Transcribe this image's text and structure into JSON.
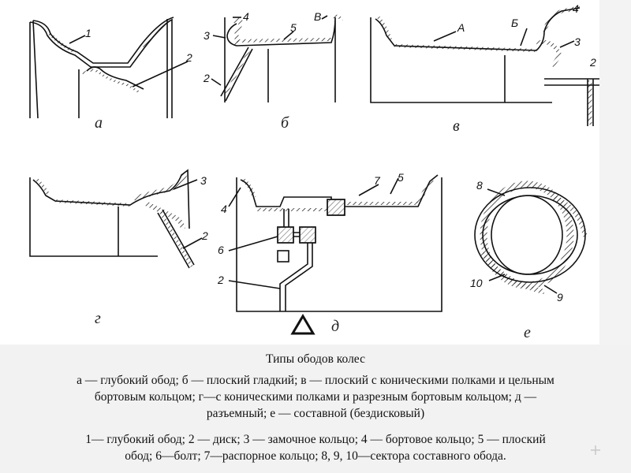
{
  "figure": {
    "subfigures": [
      "а",
      "б",
      "в",
      "г",
      "д",
      "е"
    ],
    "callouts": {
      "a": [
        "1",
        "2"
      ],
      "b": [
        "4",
        "В",
        "3",
        "5",
        "2"
      ],
      "v": [
        "А",
        "Б",
        "4",
        "3",
        "2"
      ],
      "g": [
        "3",
        "2"
      ],
      "d": [
        "7",
        "5",
        "4",
        "6",
        "2"
      ],
      "e": [
        "8",
        "10",
        "9"
      ]
    }
  },
  "caption": {
    "title": "Типы ободов колес",
    "line1": "а — глубокий обод; б — плоский гладкий; в — плоский с коническими полками и цельным",
    "line2": "бортовым кольцом; г—с коническими полками и разрезным бортовым кольцом; д —",
    "line3": "разъемный; е — составной (бездисковый)",
    "line4": "1— глубокий обод; 2 — диск; 3 — замочное кольцо; 4 — бортовое кольцо; 5 — плоский",
    "line5": "обод; 6—болт; 7—распорное кольцо; 8, 9, 10—сектора составного обода."
  }
}
